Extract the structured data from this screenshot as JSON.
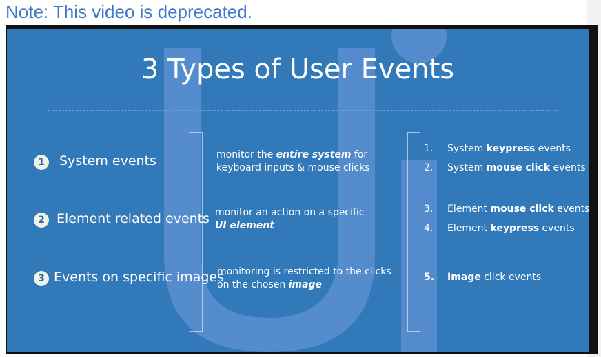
{
  "page": {
    "note": "Note: This video is deprecated."
  },
  "slide": {
    "title": "3 Types of User Events",
    "rows": [
      {
        "number": "1",
        "event": "System events",
        "desc_lines": [
          {
            "pre": "monitor the ",
            "em": "entire system",
            "post": " for"
          },
          {
            "pre": "keyboard inputs & mouse clicks",
            "em": "",
            "post": ""
          }
        ]
      },
      {
        "number": "2",
        "event": "Element related events",
        "desc_lines": [
          {
            "pre": "monitor an action on a specific",
            "em": "",
            "post": ""
          },
          {
            "pre": "",
            "em": "UI element",
            "post": ""
          }
        ]
      },
      {
        "number": "3",
        "event": "Events on specific images",
        "desc_lines": [
          {
            "pre": "monitoring is restricted to the clicks",
            "em": "",
            "post": ""
          },
          {
            "pre": "on the chosen ",
            "em": "image",
            "post": ""
          }
        ]
      }
    ],
    "list": [
      {
        "num": "1.",
        "pre": "System ",
        "bold": "keypress",
        "post": " events"
      },
      {
        "num": "2.",
        "pre": "System ",
        "bold": "mouse click",
        "post": " events"
      },
      {
        "num": "3.",
        "pre": "Element ",
        "bold": "mouse click",
        "post": " events"
      },
      {
        "num": "4.",
        "pre": "Element  ",
        "bold": "keypress",
        "post": " events"
      },
      {
        "num": "5.",
        "pre": "",
        "bold": "Image",
        "post": " click events"
      }
    ]
  },
  "colors": {
    "slide_bg": "#3179b8",
    "note_text": "#3d78c9",
    "watermark": "#5a8fd0"
  }
}
